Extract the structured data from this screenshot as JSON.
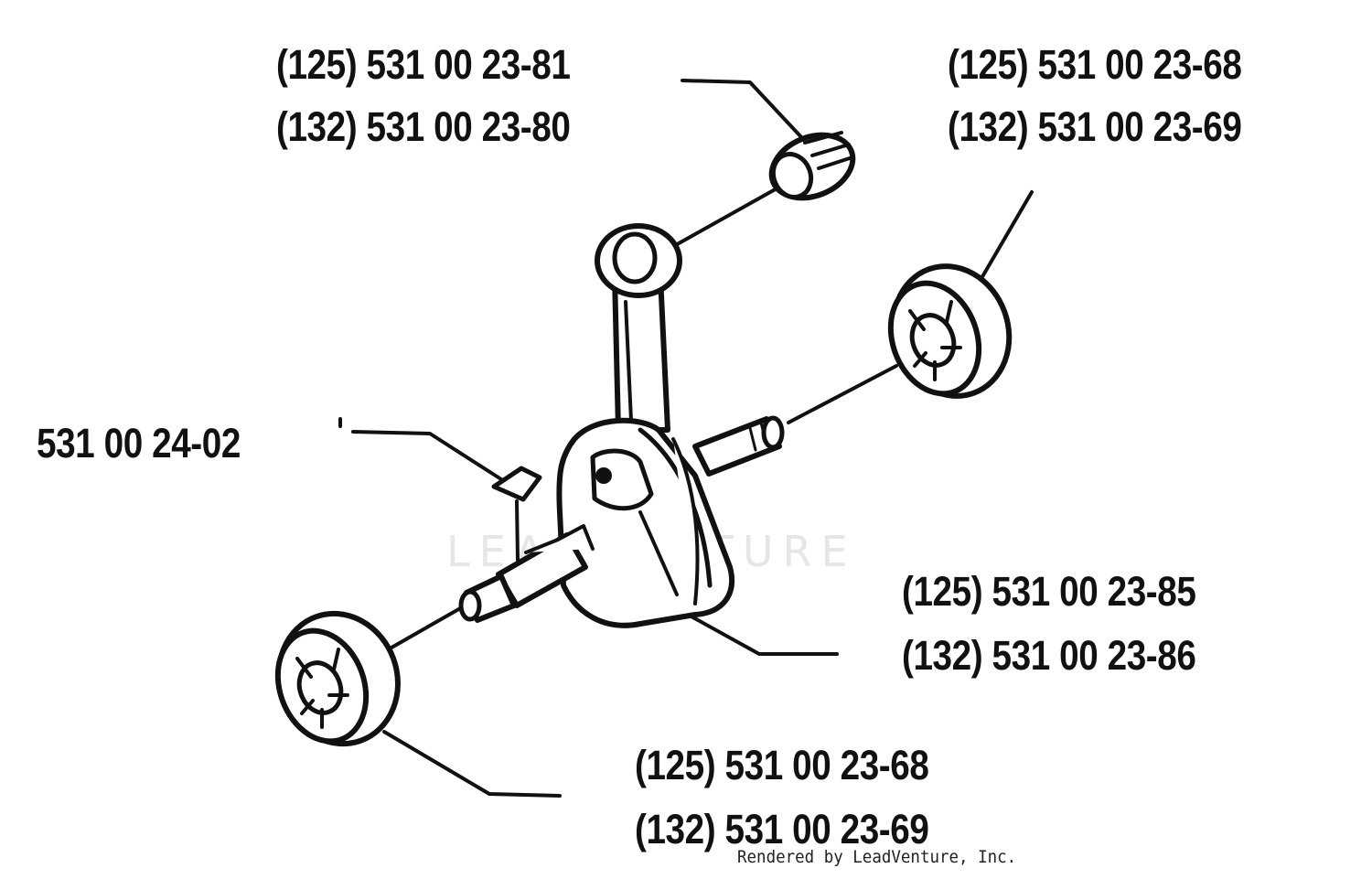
{
  "diagram": {
    "callouts": [
      {
        "id": "top-left",
        "lines": [
          "(125) 531 00 23-81",
          "(132) 531 00 23-80"
        ]
      },
      {
        "id": "top-right",
        "lines": [
          "(125) 531 00 23-68",
          "(132) 531 00 23-69"
        ]
      },
      {
        "id": "left",
        "lines": [
          "531 00 24-02"
        ]
      },
      {
        "id": "mid-right",
        "lines": [
          "(125) 531 00 23-85",
          "(132) 531 00 23-86"
        ]
      },
      {
        "id": "bottom",
        "lines": [
          "(125) 531 00 23-68",
          "(132) 531 00 23-69"
        ]
      }
    ],
    "watermark": "LEADVENTURE",
    "credit": "Rendered by LeadVenture, Inc."
  },
  "colors": {
    "ink": "#111111",
    "watermark": "#e6e6e6"
  }
}
